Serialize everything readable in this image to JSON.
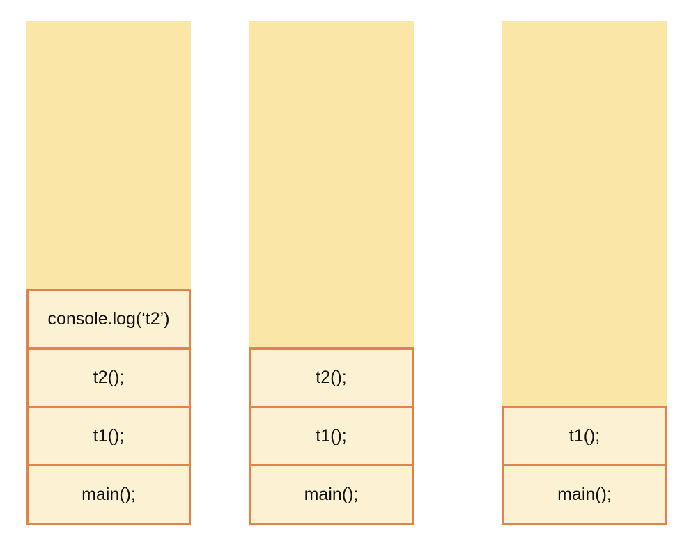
{
  "stacks": [
    {
      "frames": [
        "console.log(‘t2’)",
        "t2();",
        "t1();",
        "main();"
      ]
    },
    {
      "frames": [
        "t2();",
        "t1();",
        "main();"
      ]
    },
    {
      "frames": [
        "t1();",
        "main();"
      ]
    }
  ]
}
